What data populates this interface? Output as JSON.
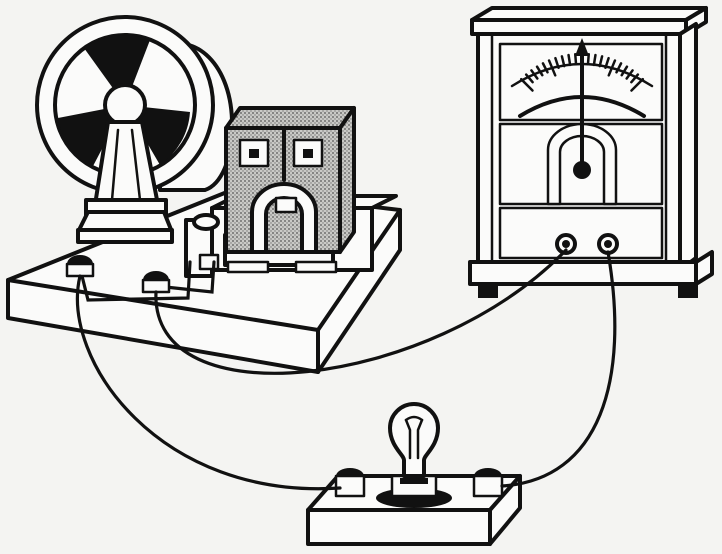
{
  "diagram": {
    "components": [
      {
        "id": "generator",
        "icon": "hand-crank-generator-icon"
      },
      {
        "id": "magnet",
        "icon": "horseshoe-magnet-icon"
      },
      {
        "id": "meter",
        "icon": "galvanometer-icon"
      },
      {
        "id": "lamp",
        "icon": "light-bulb-icon"
      }
    ],
    "colors": {
      "ink": "#111111",
      "paper": "#f4f4f2"
    }
  }
}
